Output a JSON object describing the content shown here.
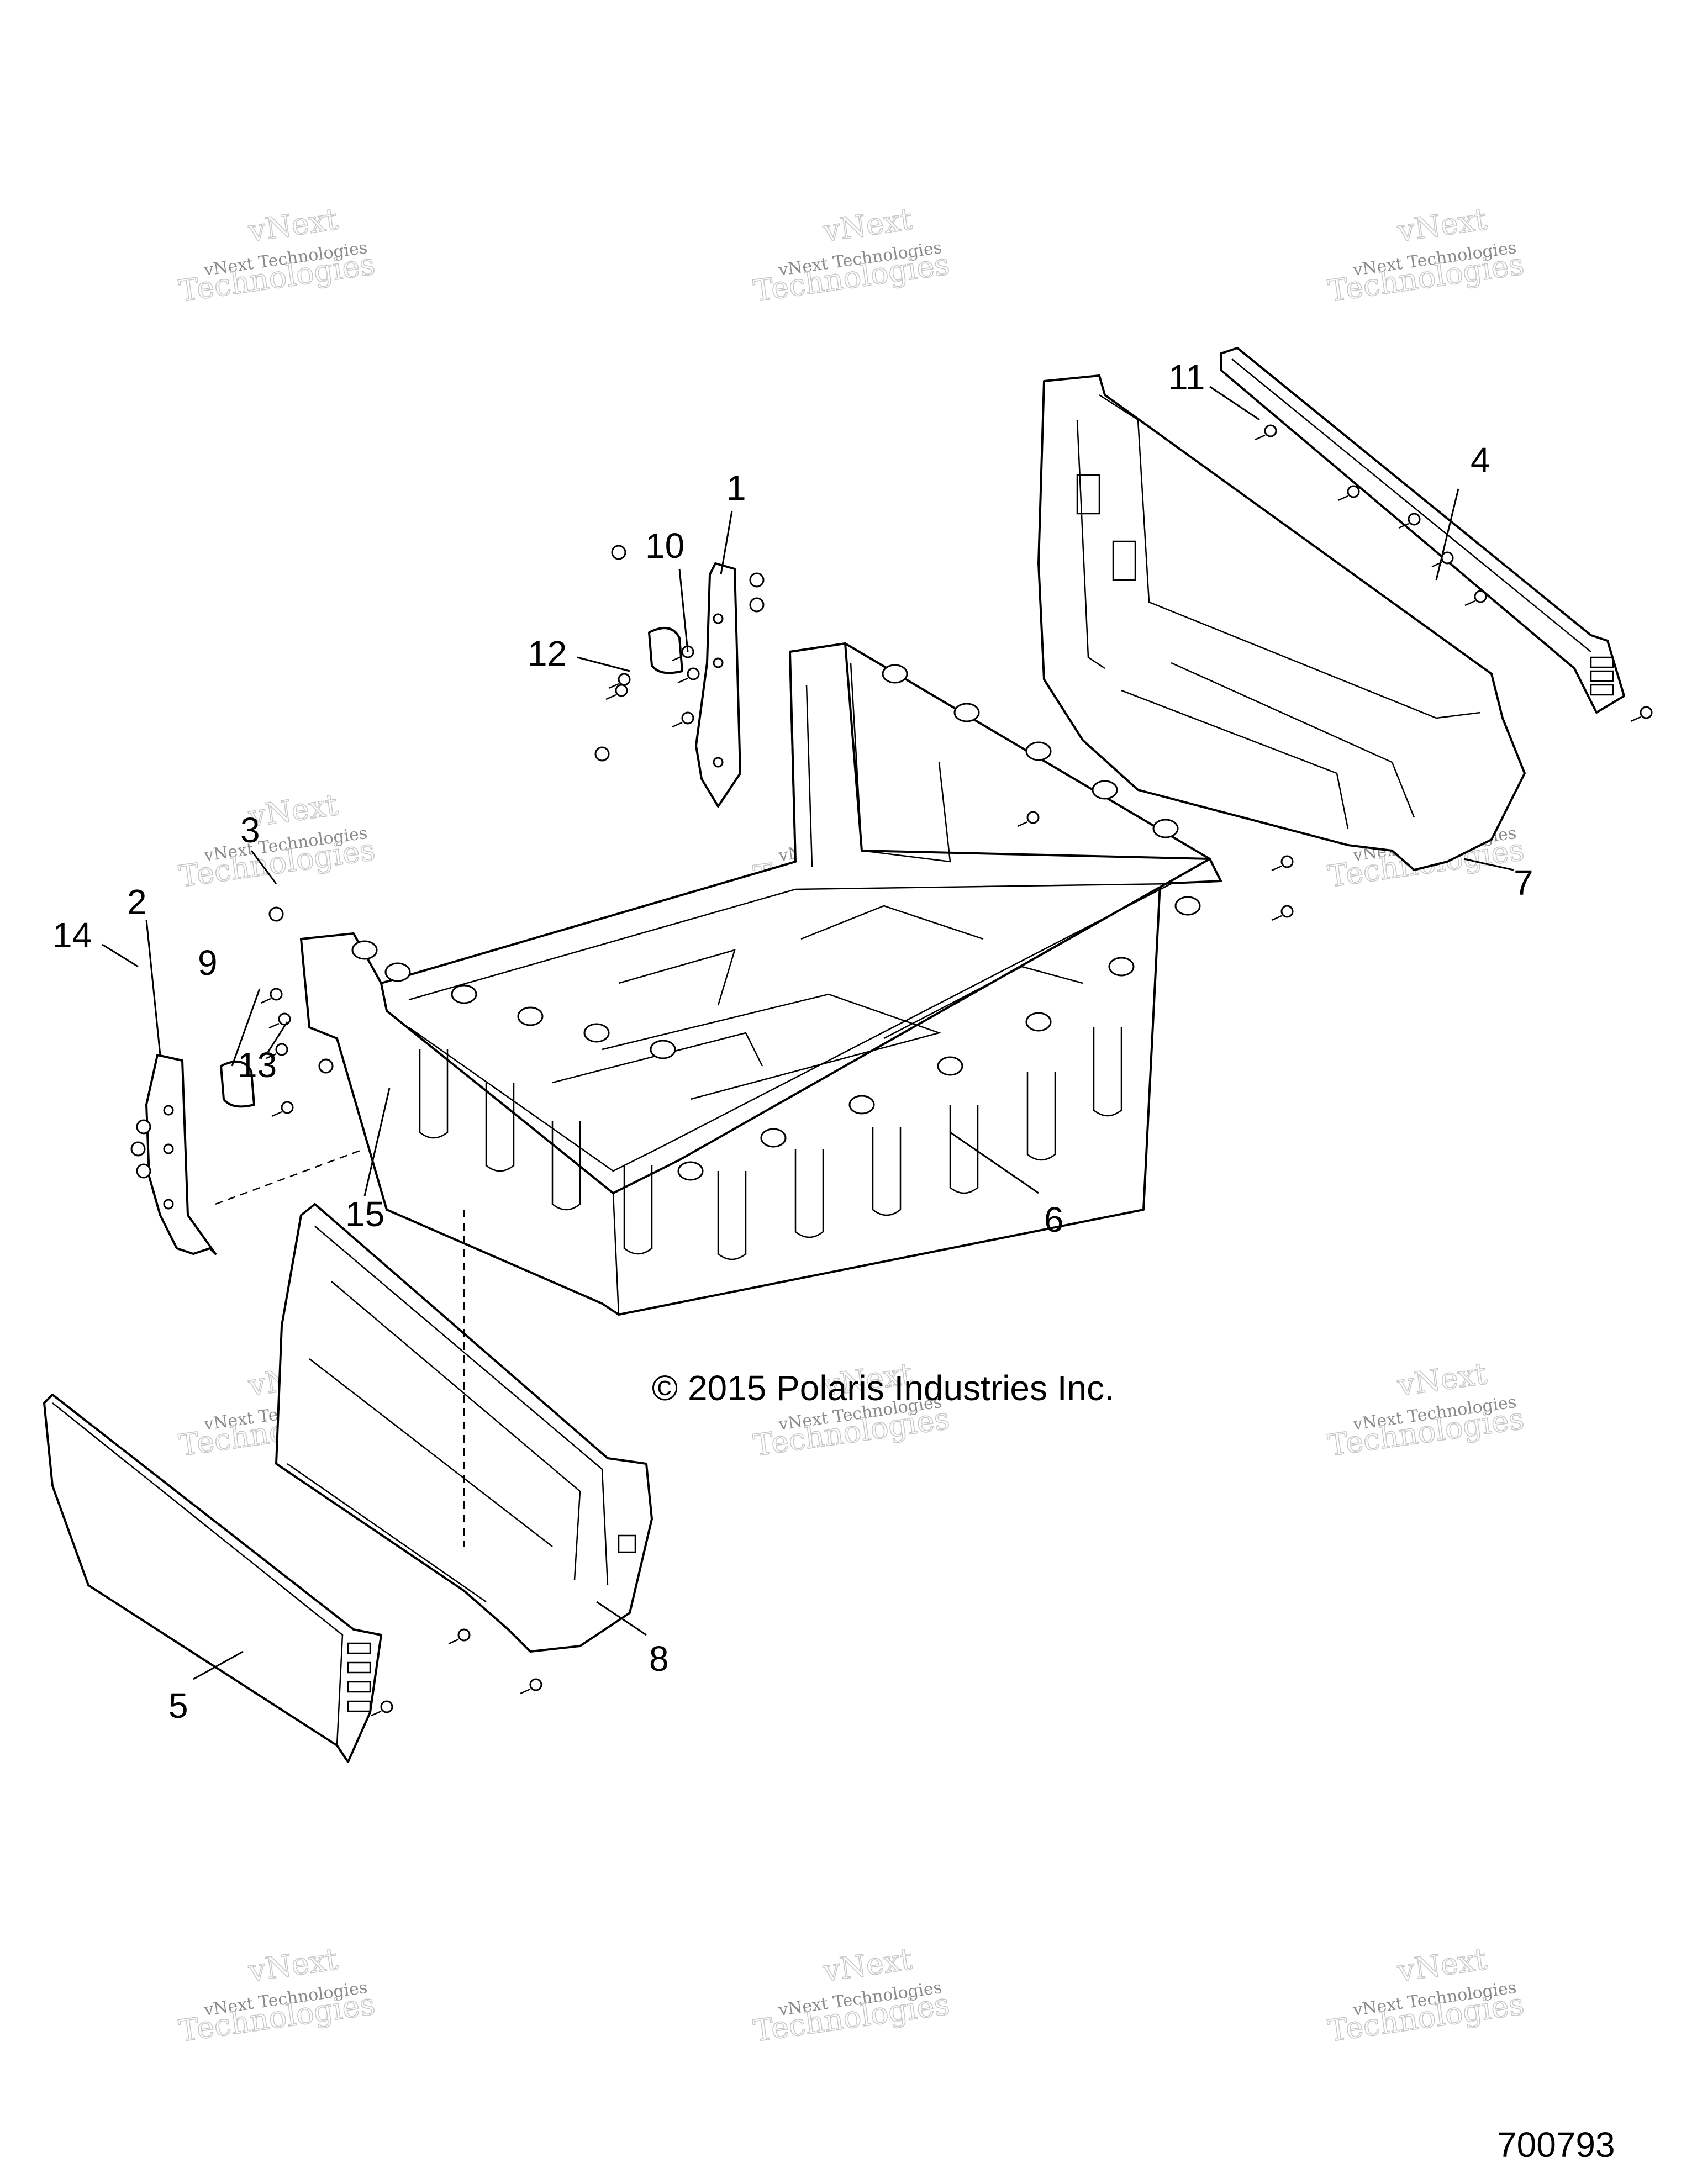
{
  "callouts": [
    {
      "id": "1",
      "label": "1"
    },
    {
      "id": "2",
      "label": "2"
    },
    {
      "id": "3",
      "label": "3"
    },
    {
      "id": "4",
      "label": "4"
    },
    {
      "id": "5",
      "label": "5"
    },
    {
      "id": "6",
      "label": "6"
    },
    {
      "id": "7",
      "label": "7"
    },
    {
      "id": "8",
      "label": "8"
    },
    {
      "id": "9",
      "label": "9"
    },
    {
      "id": "10",
      "label": "10"
    },
    {
      "id": "11",
      "label": "11"
    },
    {
      "id": "12",
      "label": "12"
    },
    {
      "id": "13",
      "label": "13"
    },
    {
      "id": "14",
      "label": "14"
    },
    {
      "id": "15",
      "label": "15"
    }
  ],
  "copyright": "© 2015 Polaris Industries Inc.",
  "drawing_number": "700793",
  "watermark": {
    "line1": "vNext Technologies",
    "line2": "vNext",
    "line3": "Technologies"
  }
}
